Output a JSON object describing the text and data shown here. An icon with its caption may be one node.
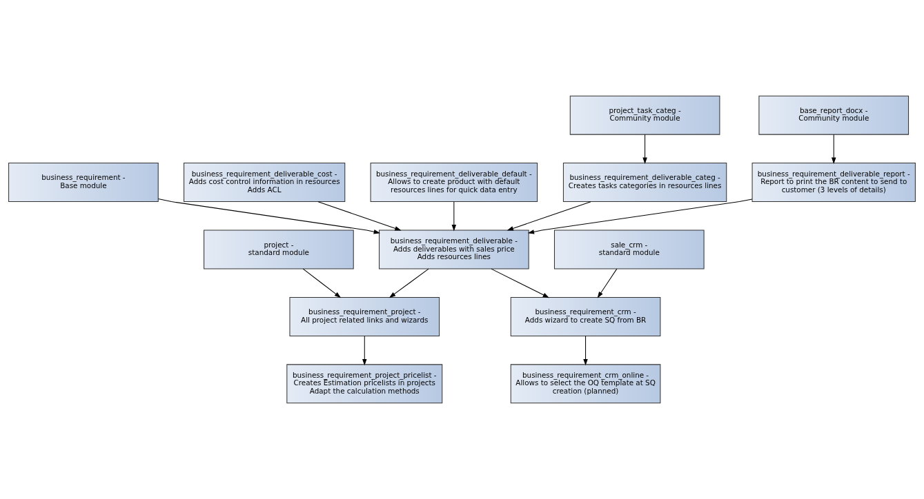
{
  "diagram": {
    "nodes": [
      {
        "text": [
          "project -",
          "standard module"
        ]
      },
      {
        "text": [
          "business_requirement -",
          "Base module"
        ]
      },
      {
        "text": [
          "sale_crm -",
          "standard module"
        ]
      },
      {
        "text": [
          "business_requirement_project -",
          "All project related links and wizards"
        ]
      },
      {
        "text": [
          "business_requirement_crm -",
          "Adds wizard to create SQ from BR"
        ]
      },
      {
        "text": [
          "business_requirement_project_pricelist -",
          "Creates Estimation pricelists in projects",
          "Adapt the calculation methods"
        ]
      },
      {
        "text": [
          "business_requirement_deliverable -",
          "Adds deliverables with sales price",
          "Adds resources lines"
        ]
      },
      {
        "text": [
          "business_requirement_crm_online -",
          "Allows to select the OQ template at SQ creation (planned)"
        ]
      },
      {
        "text": [
          "business_requirement_deliverable_cost -",
          "Adds cost control information in resources",
          "Adds ACL"
        ]
      },
      {
        "text": [
          "business_requirement_deliverable_default -",
          "Allows to create product with default resources lines for quick data entry"
        ]
      },
      {
        "text": [
          "business_requirement_deliverable_categ -",
          "Creates tasks categories in resources lines"
        ]
      },
      {
        "text": [
          "business_requirement_deliverable_report -",
          "Report to print the BR content to send to customer (3 levels of details)"
        ]
      },
      {
        "text": [
          "project_task_categ -",
          "Community module"
        ]
      },
      {
        "text": [
          "base_report_docx -",
          "Community module"
        ]
      }
    ],
    "edges": [
      {
        "from": 0,
        "to": 3,
        "arrow": "to"
      },
      {
        "from": 1,
        "to": 6,
        "arrow": "to"
      },
      {
        "from": 2,
        "to": 4,
        "arrow": "to"
      },
      {
        "from": 6,
        "to": 3,
        "arrow": "to"
      },
      {
        "from": 6,
        "to": 4,
        "arrow": "to"
      },
      {
        "from": 3,
        "to": 5,
        "arrow": "to"
      },
      {
        "from": 4,
        "to": 7,
        "arrow": "to"
      },
      {
        "from": 8,
        "to": 6,
        "arrow": "to"
      },
      {
        "from": 9,
        "to": 6,
        "arrow": "to"
      },
      {
        "from": 10,
        "to": 6,
        "arrow": "to"
      },
      {
        "from": 11,
        "to": 6,
        "arrow": "to"
      },
      {
        "from": 12,
        "to": 10,
        "arrow": "to"
      },
      {
        "from": 13,
        "to": 11,
        "arrow": "to"
      }
    ]
  }
}
